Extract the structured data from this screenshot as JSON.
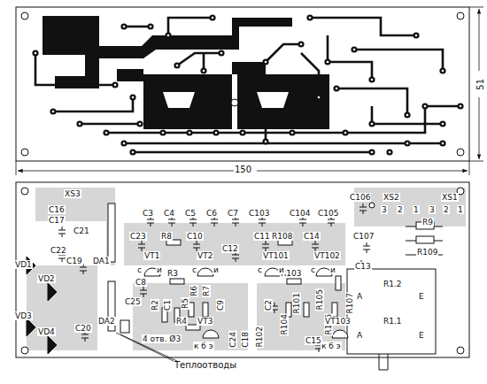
{
  "diagram": {
    "labels": [
      "51",
      "150",
      "XS3",
      "C16",
      "C17",
      "C21",
      "C22",
      "C3",
      "C4",
      "C5",
      "C6",
      "C7",
      "C103",
      "C104",
      "C105",
      "C106",
      "XS2",
      "3",
      "2",
      "1",
      "XS1",
      "3",
      "2",
      "1",
      "C23",
      "R8",
      "C10",
      "C11",
      "R108",
      "C14",
      "C107",
      "C12",
      "R9",
      "R109",
      "VD1",
      "C19",
      "DA1",
      "VT1",
      "VT2",
      "VT101",
      "VT102",
      "C13",
      "VD2",
      "C8",
      "R3",
      "R103",
      "R1.2",
      "A",
      "E",
      "C25",
      "R2",
      "C1",
      "R5",
      "R6",
      "R7",
      "C9",
      "C2",
      "R101",
      "R104",
      "R105",
      "R106",
      "R107",
      "VD3",
      "VD4",
      "C20",
      "DA2",
      "R4",
      "VT3",
      "к б э",
      "C24",
      "C18",
      "R102",
      "VT103",
      "к б э",
      "C15",
      "R1.1",
      "A",
      "E",
      "4 отв. Ø3",
      "Теплоотводы",
      "с",
      "и",
      "с",
      "и",
      "с",
      "и",
      "с",
      "и"
    ]
  }
}
